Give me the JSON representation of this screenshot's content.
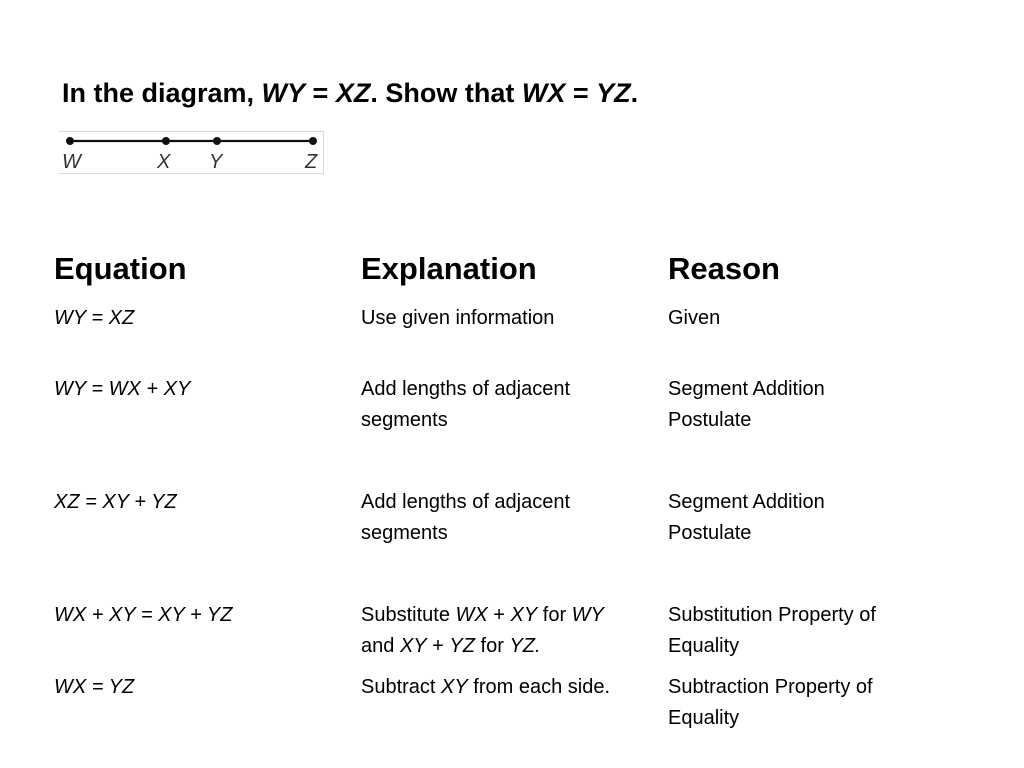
{
  "title": {
    "prefix": "In the diagram, ",
    "given_lhs": "WY",
    "eq1": " = ",
    "given_rhs": "XZ",
    "mid": ". Show that ",
    "show_lhs": "WX",
    "eq2": " = ",
    "show_rhs": "YZ",
    "end": "."
  },
  "diagram": {
    "points": [
      "W",
      "X",
      "Y",
      "Z"
    ]
  },
  "table": {
    "headers": [
      "Equation",
      "Explanation",
      "Reason"
    ],
    "rows": [
      {
        "equation": "WY = XZ",
        "explanation": [
          "Use given information"
        ],
        "reason": [
          "Given"
        ]
      },
      {
        "equation": "WY = WX + XY",
        "explanation": [
          "Add lengths of adjacent",
          "segments"
        ],
        "reason": [
          "Segment Addition",
          "Postulate"
        ]
      },
      {
        "equation": "XZ = XY + YZ",
        "explanation": [
          "Add lengths of adjacent",
          "segments"
        ],
        "reason": [
          "Segment Addition",
          "Postulate"
        ]
      },
      {
        "equation": "WX + XY = XY + YZ",
        "explanation_parts": {
          "a": "Substitute ",
          "b": "WX",
          "c": " + ",
          "d": "XY",
          "e": " for ",
          "f": "WY",
          "g": "and ",
          "h": "XY",
          "i": " + ",
          "j": "YZ",
          "k": " for ",
          "l": "YZ."
        },
        "reason": [
          "Substitution Property of",
          "Equality"
        ]
      },
      {
        "equation": "WX = YZ",
        "explanation_parts": {
          "a": "Subtract ",
          "b": "XY",
          "c": " from each side."
        },
        "reason": [
          "Subtraction Property of",
          "Equality"
        ]
      }
    ]
  }
}
